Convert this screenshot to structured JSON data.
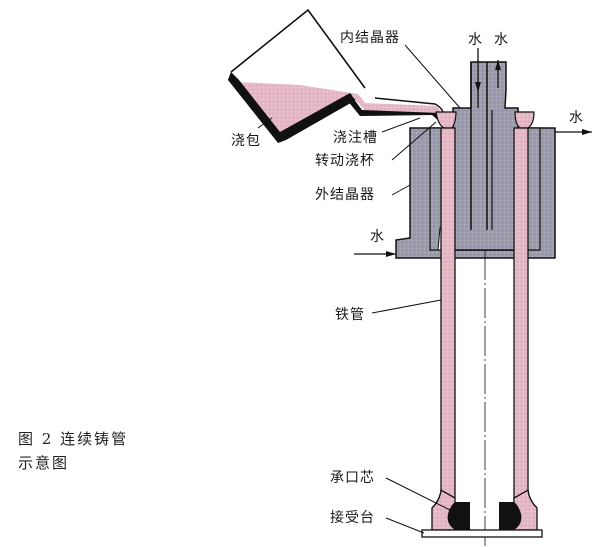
{
  "figure": {
    "caption_line1": "图 2   连续铸管",
    "caption_line2": "示意图"
  },
  "labels": {
    "inner_crystallizer": "内结晶器",
    "water_in_top": "水",
    "water_out_top": "水",
    "water_out_right": "水",
    "water_in_left": "水",
    "ladle": "浇包",
    "pouring_trough": "浇注槽",
    "rotating_cup": "转动浇杯",
    "outer_crystallizer": "外结晶器",
    "iron_pipe": "铁管",
    "socket_core": "承口芯",
    "receiving_table": "接受台"
  },
  "colors": {
    "metal": "#e3b6c4",
    "steel": "#9a9aa8",
    "outline": "#111111"
  }
}
